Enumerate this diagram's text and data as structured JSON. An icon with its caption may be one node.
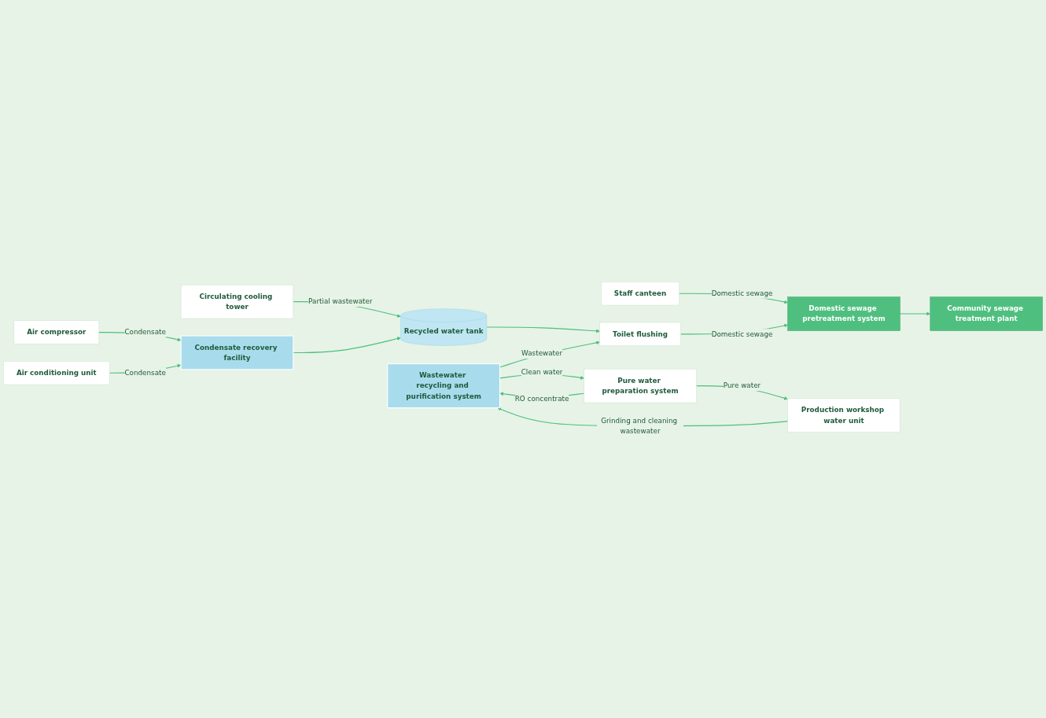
{
  "diagram": {
    "nodes": [
      {
        "text": [
          "Staff canteen"
        ]
      },
      {
        "text": [
          "Domestic sewage pretreatment system"
        ]
      },
      {
        "text": [
          "Community sewage treatment plant"
        ]
      },
      {
        "text": [
          "Circulating cooling tower"
        ]
      },
      {
        "text": [
          "Recycled water tank"
        ]
      },
      {
        "text": [
          "Toilet flushing"
        ]
      },
      {
        "text": [
          "Wastewater recycling and purification system"
        ]
      },
      {
        "text": [
          "Air compressor"
        ]
      },
      {
        "text": [
          "Condensate recovery facility"
        ]
      },
      {
        "text": [
          "Pure water preparation system"
        ]
      },
      {
        "text": [
          "Air conditioning unit"
        ]
      },
      {
        "text": [
          "Production workshop water unit"
        ]
      }
    ],
    "edges": [
      {
        "from": 0,
        "to": 1,
        "arrow": "to",
        "label": "Domestic sewage"
      },
      {
        "from": 1,
        "to": 2,
        "arrow": "to"
      },
      {
        "from": 3,
        "to": 4,
        "arrow": "to",
        "label": "Partial wastewater"
      },
      {
        "from": 4,
        "to": 5,
        "arrow": "to"
      },
      {
        "from": 5,
        "to": 1,
        "arrow": "to",
        "label": "Domestic sewage"
      },
      {
        "from": 6,
        "to": 5,
        "arrow": "to",
        "label": "Wastewater"
      },
      {
        "from": 6,
        "to": 9,
        "arrow": "to",
        "label": "Clean water"
      },
      {
        "from": 9,
        "to": 6,
        "arrow": "to",
        "label": "RO concentrate"
      },
      {
        "from": 9,
        "to": 11,
        "arrow": "to",
        "label": "Pure water"
      },
      {
        "from": 11,
        "to": 6,
        "arrow": "to",
        "label": "Grinding and cleaning wastewater"
      },
      {
        "from": 7,
        "to": 8,
        "arrow": "to",
        "label": "Condensate"
      },
      {
        "from": 10,
        "to": 8,
        "arrow": "to",
        "label": "Condensate"
      },
      {
        "from": 8,
        "to": 4,
        "arrow": "to"
      }
    ]
  }
}
